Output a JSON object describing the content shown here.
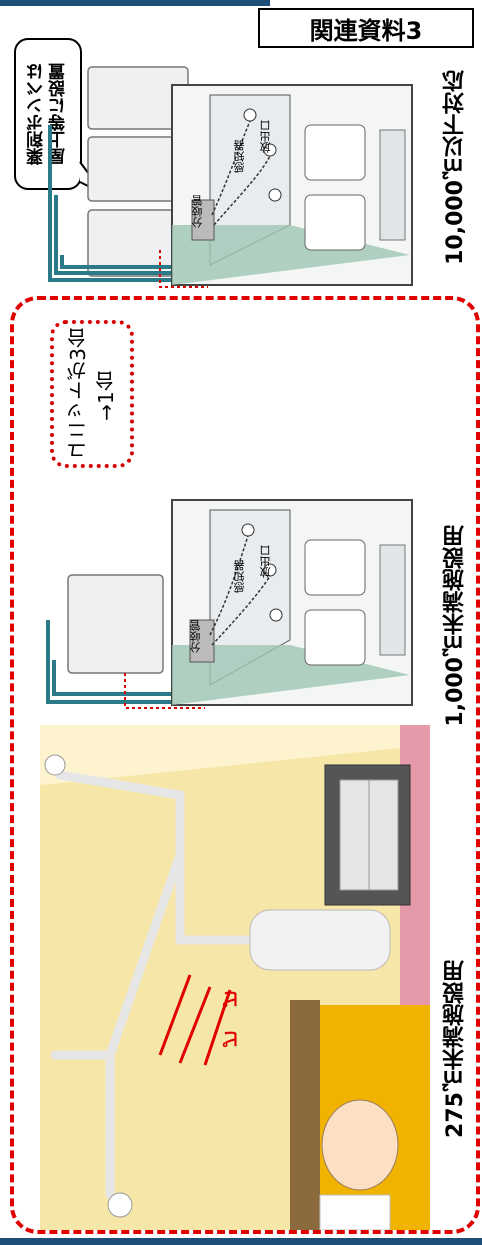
{
  "header": {
    "ref_label": "関連資料3"
  },
  "callout": {
    "line1": "薬剤ボンベは",
    "line2": "屋上等に設置"
  },
  "unit_note": {
    "line1": "ユニットが3台",
    "line2": "→1台"
  },
  "labels": {
    "large": "10,000㎡以下対応",
    "medium": "1,000㎡未満施設用",
    "small": "275㎡未満施設用"
  },
  "diagram_tags": {
    "distribution_pipe": "分岐管",
    "sensor": "感知器",
    "nozzle": "放出口"
  },
  "alarm_text": {
    "a": "ピ",
    "b": "ピ"
  }
}
